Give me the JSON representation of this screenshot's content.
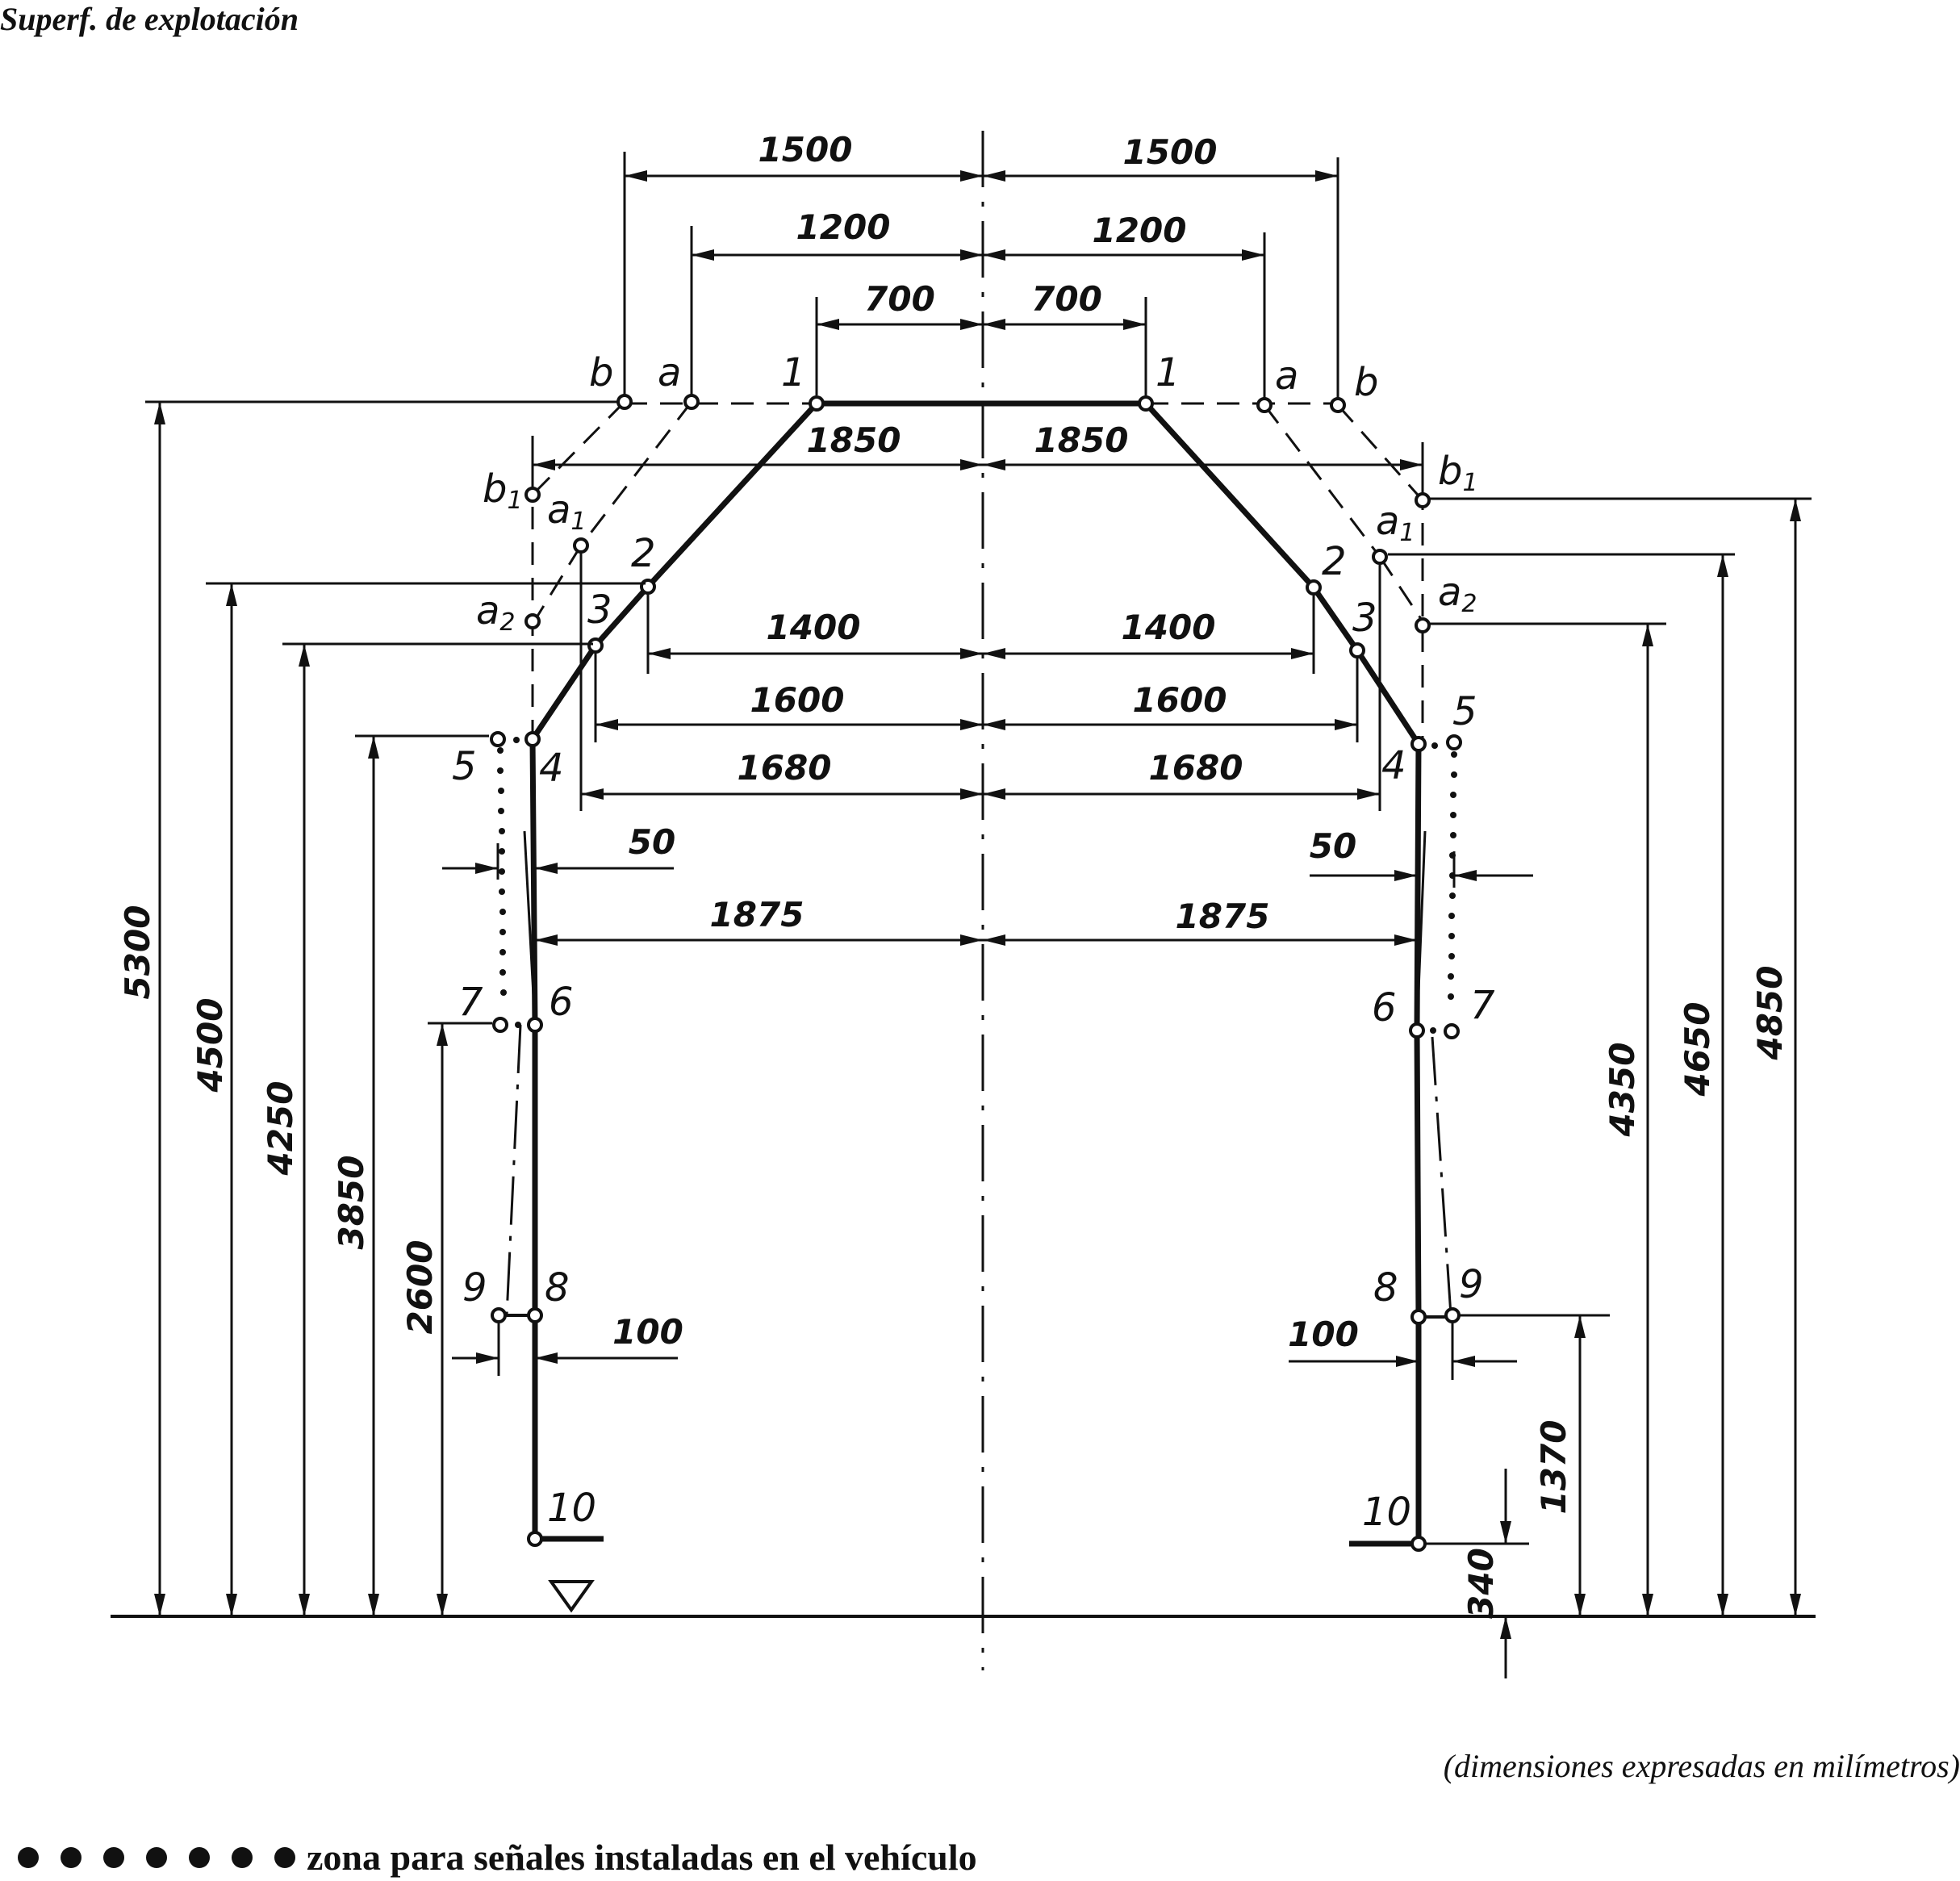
{
  "title": "Superf. de explotación",
  "units_note": "(dimensiones expresadas en milímetros)",
  "legend": {
    "dots": 7,
    "text": "zona para señales instaladas en el vehículo"
  },
  "widths": {
    "w1500": "1500",
    "w1200": "1200",
    "w700": "700",
    "w1850": "1850",
    "w1400": "1400",
    "w1600": "1600",
    "w1680": "1680",
    "w50": "50",
    "w1875": "1875",
    "w100": "100"
  },
  "heights": {
    "h5300": "5300",
    "h4500": "4500",
    "h4250": "4250",
    "h3850": "3850",
    "h2600": "2600",
    "h4350": "4350",
    "h4650": "4650",
    "h4850": "4850",
    "h1370": "1370",
    "h340": "340"
  },
  "points": {
    "p1": "1",
    "p2": "2",
    "p3": "3",
    "p4": "4",
    "p5": "5",
    "p6": "6",
    "p7": "7",
    "p8": "8",
    "p9": "9",
    "p10": "10",
    "a": "a",
    "b": "b",
    "a1": "a",
    "a2": "a",
    "b1": "b",
    "sub1": "1",
    "sub2": "2"
  }
}
